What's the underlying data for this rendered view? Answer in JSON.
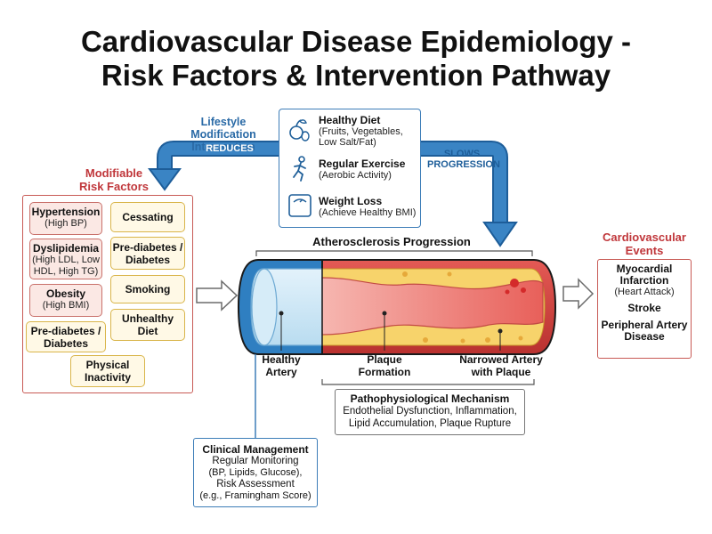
{
  "title_line1": "Cardiovascular Disease Epidemiology -",
  "title_line2": "Risk Factors & Intervention Pathway",
  "modifiable": {
    "heading_line1": "Modifiable",
    "heading_line2": "Risk Factors",
    "factors": [
      {
        "title": "Hypertension",
        "sub": "(High BP)"
      },
      {
        "title": "Dyslipidemia",
        "sub_line1": "(High LDL, Low",
        "sub_line2": "HDL, High TG)"
      },
      {
        "title": "Obesity",
        "sub": "(High BMI)"
      },
      {
        "title_line1": "Pre-diabetes /",
        "title_line2": "Diabetes"
      }
    ],
    "behaviors": [
      {
        "title": "Cessating"
      },
      {
        "title_line1": "Pre-diabetes /",
        "title_line2": "Diabetes"
      },
      {
        "title": "Smoking"
      },
      {
        "title_line1": "Unhealthy",
        "title_line2": "Diet"
      },
      {
        "title_line1": "Physical",
        "title_line2": "Inactivity"
      }
    ]
  },
  "lifestyle": {
    "heading_line1": "Lifestyle Modification",
    "heading_line2": "Intervention",
    "items": [
      {
        "icon": "fruit-icon",
        "title": "Healthy Diet",
        "sub_line1": "(Fruits, Vegetables,",
        "sub_line2": "Low Salt/Fat)"
      },
      {
        "icon": "runner-icon",
        "title": "Regular Exercise",
        "sub_line1": "(Aerobic Activity)"
      },
      {
        "icon": "scale-icon",
        "title": "Weight Loss",
        "sub_line1": "(Achieve Healthy BMI)"
      }
    ]
  },
  "arrows": {
    "reduces": "REDUCES",
    "slows_line1": "SLOWS",
    "slows_line2": "PROGRESSION"
  },
  "progression": {
    "heading": "Atherosclerosis Progression",
    "stages": [
      {
        "line1": "Healthy",
        "line2": "Artery"
      },
      {
        "line1": "Plaque",
        "line2": "Formation"
      },
      {
        "line1": "Narrowed Artery",
        "line2": "with Plaque"
      }
    ]
  },
  "mechanism": {
    "title": "Pathophysiological Mechanism",
    "line1": "Endothelial Dysfunction, Inflammation,",
    "line2": "Lipid Accumulation, Plaque Rupture"
  },
  "clinical": {
    "title": "Clinical Management",
    "line1": "Regular Monitoring",
    "line2": "(BP, Lipids, Glucose),",
    "line3": "Risk Assessment",
    "line4": "(e.g., Framingham Score)"
  },
  "events": {
    "heading_line1": "Cardiovascular",
    "heading_line2": "Events",
    "item1_line1": "Myocardial",
    "item1_line2": "Infarction",
    "item1_sub": "(Heart Attack)",
    "item2": "Stroke",
    "item3_line1": "Peripheral Artery",
    "item3_line2": "Disease"
  },
  "colors": {
    "accent_blue": "#2a6aa6",
    "accent_red": "#c0373b",
    "plaque_yellow": "#f2c14e"
  }
}
